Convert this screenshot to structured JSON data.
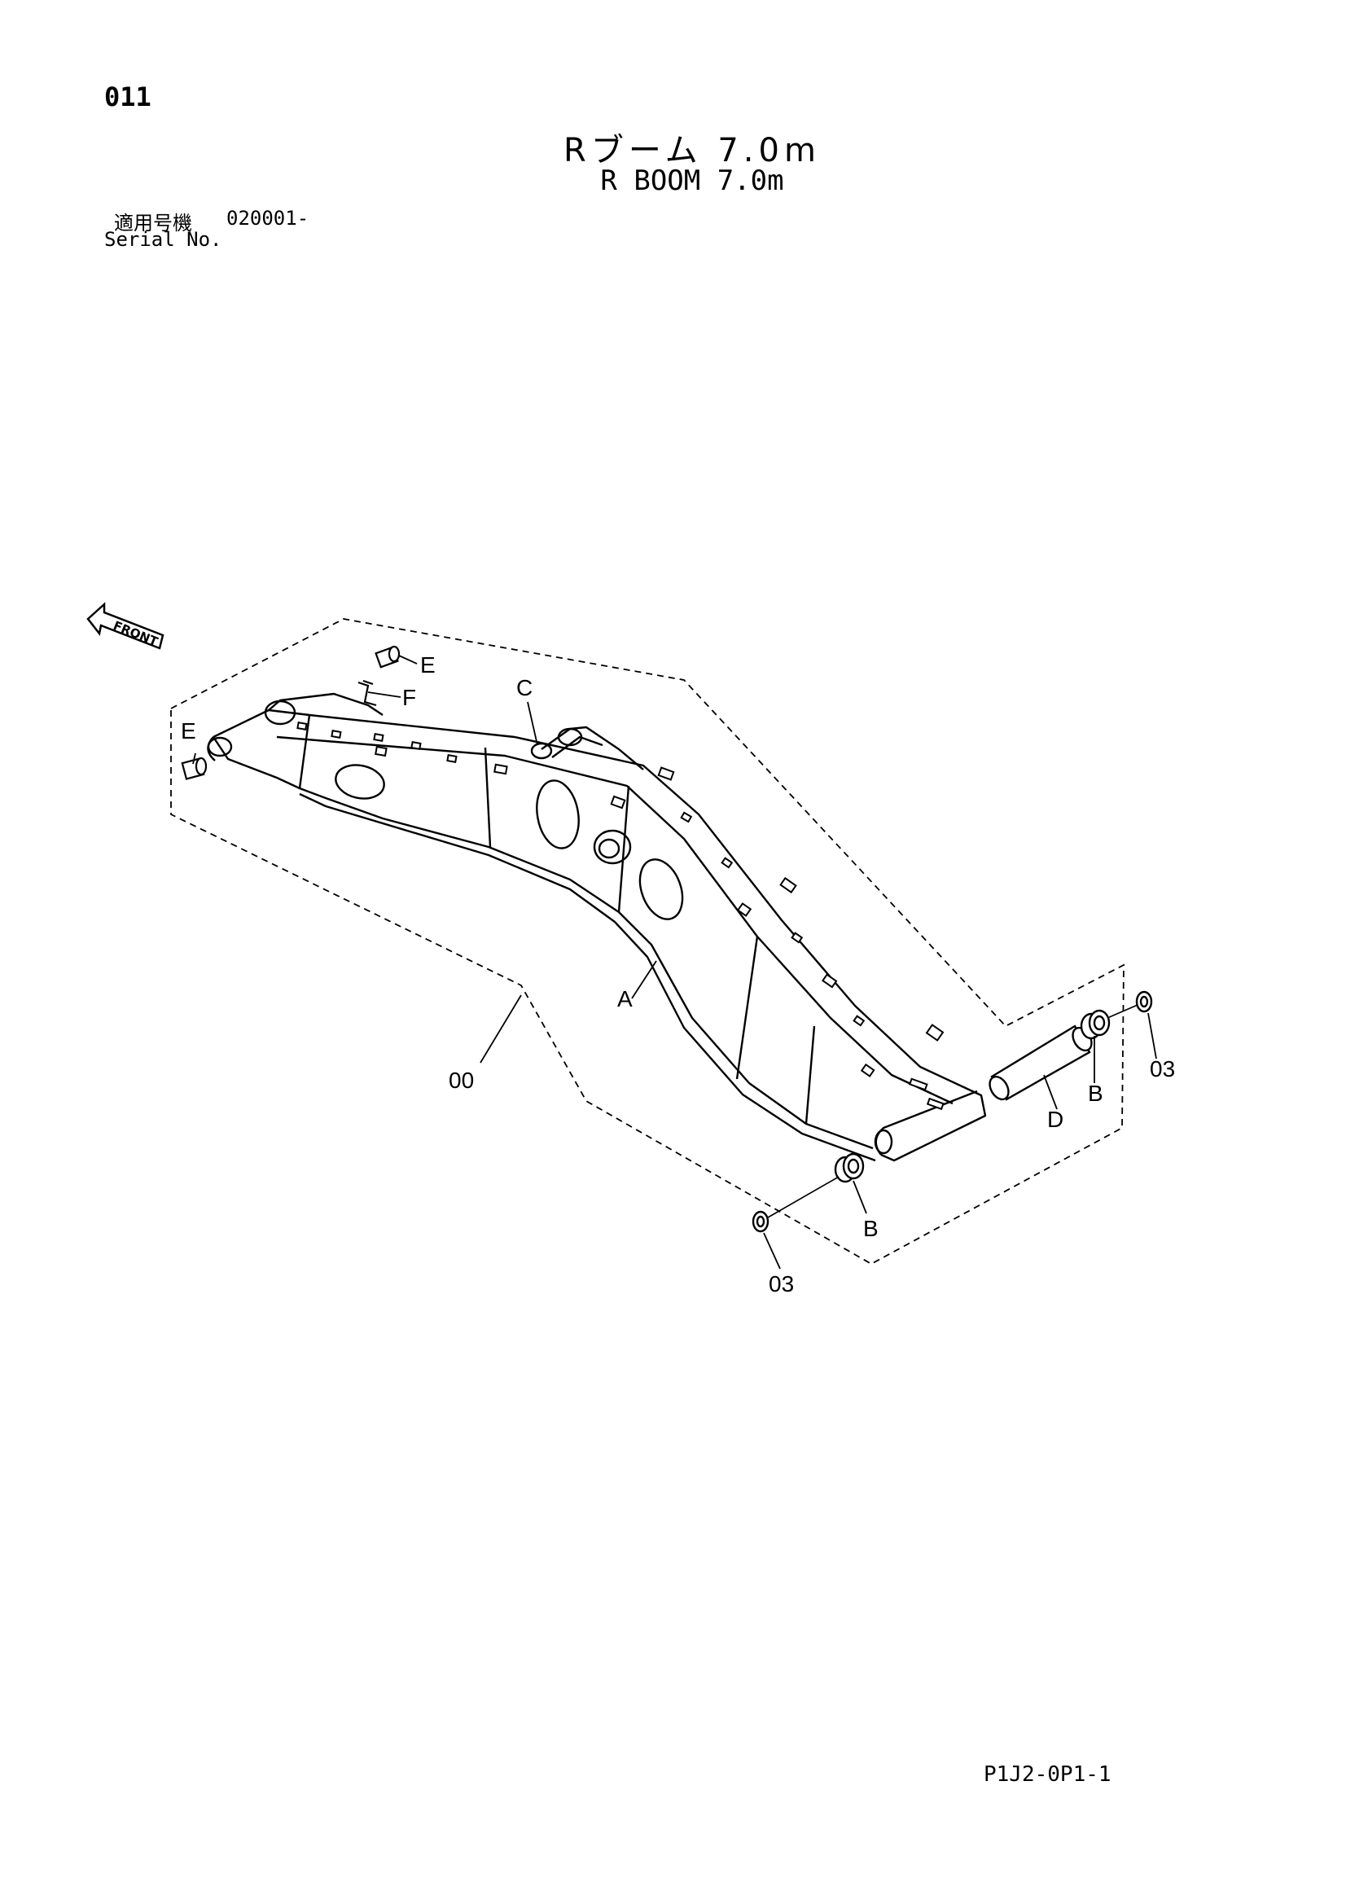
{
  "page": {
    "number": "011",
    "title_jp": "Rブーム 7.0m",
    "title_en": "R BOOM 7.0m",
    "serial_label_jp": "適用号機",
    "serial_range": "020001-",
    "serial_label_en": "Serial No.",
    "footer_code": "P1J2-0P1-1"
  },
  "diagram": {
    "front_label": "FRONT",
    "callouts": {
      "assembly": "00",
      "boom": "A",
      "bushing_b": "B",
      "bushing_c": "C",
      "pin_d": "D",
      "bushing_e": "E",
      "plate_f": "F",
      "washer": "03"
    }
  },
  "colors": {
    "ink": "#000000",
    "paper": "#ffffff"
  }
}
